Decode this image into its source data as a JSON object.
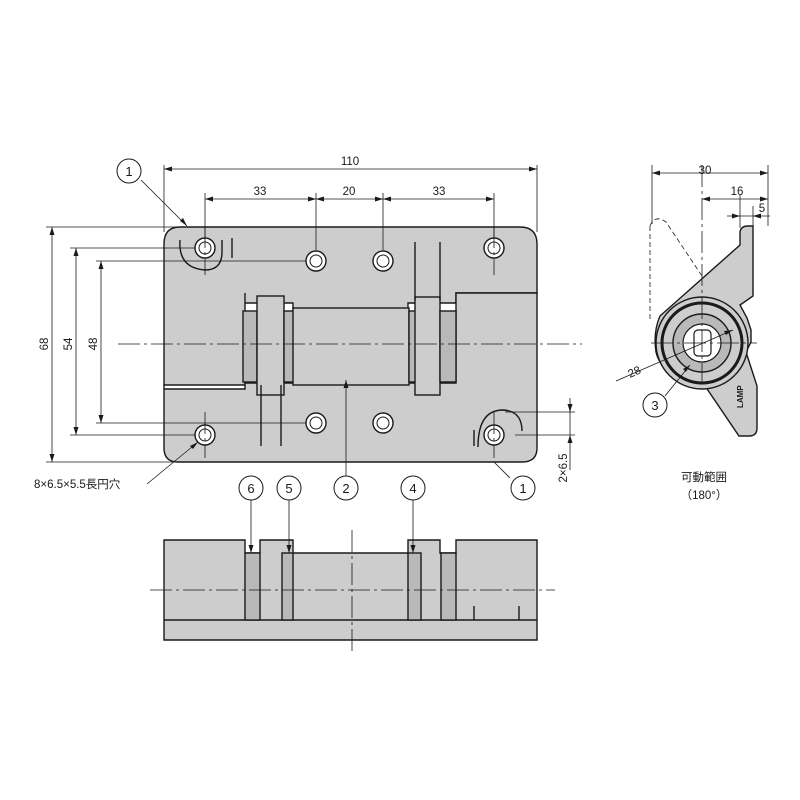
{
  "dimensions": {
    "overall_width": "110",
    "hole_pitch_left": "33",
    "hole_pitch_center": "20",
    "hole_pitch_right": "33",
    "overall_height": "68",
    "hole_spacing_outer": "54",
    "hole_spacing_inner": "48",
    "slot_count_depth": "2×6.5",
    "side_width": "30",
    "side_offset": "16",
    "side_step": "5",
    "rotation_radius": "28"
  },
  "callouts": {
    "slot_note": "8×6.5×5.5長円穴",
    "range_label": "可動範囲",
    "range_value": "（180°）",
    "logo_text": "LAMP"
  },
  "balloons": {
    "b1_top": "1",
    "b1_bottom": "1",
    "b2": "2",
    "b3": "3",
    "b4": "4",
    "b5": "5",
    "b6": "6"
  }
}
